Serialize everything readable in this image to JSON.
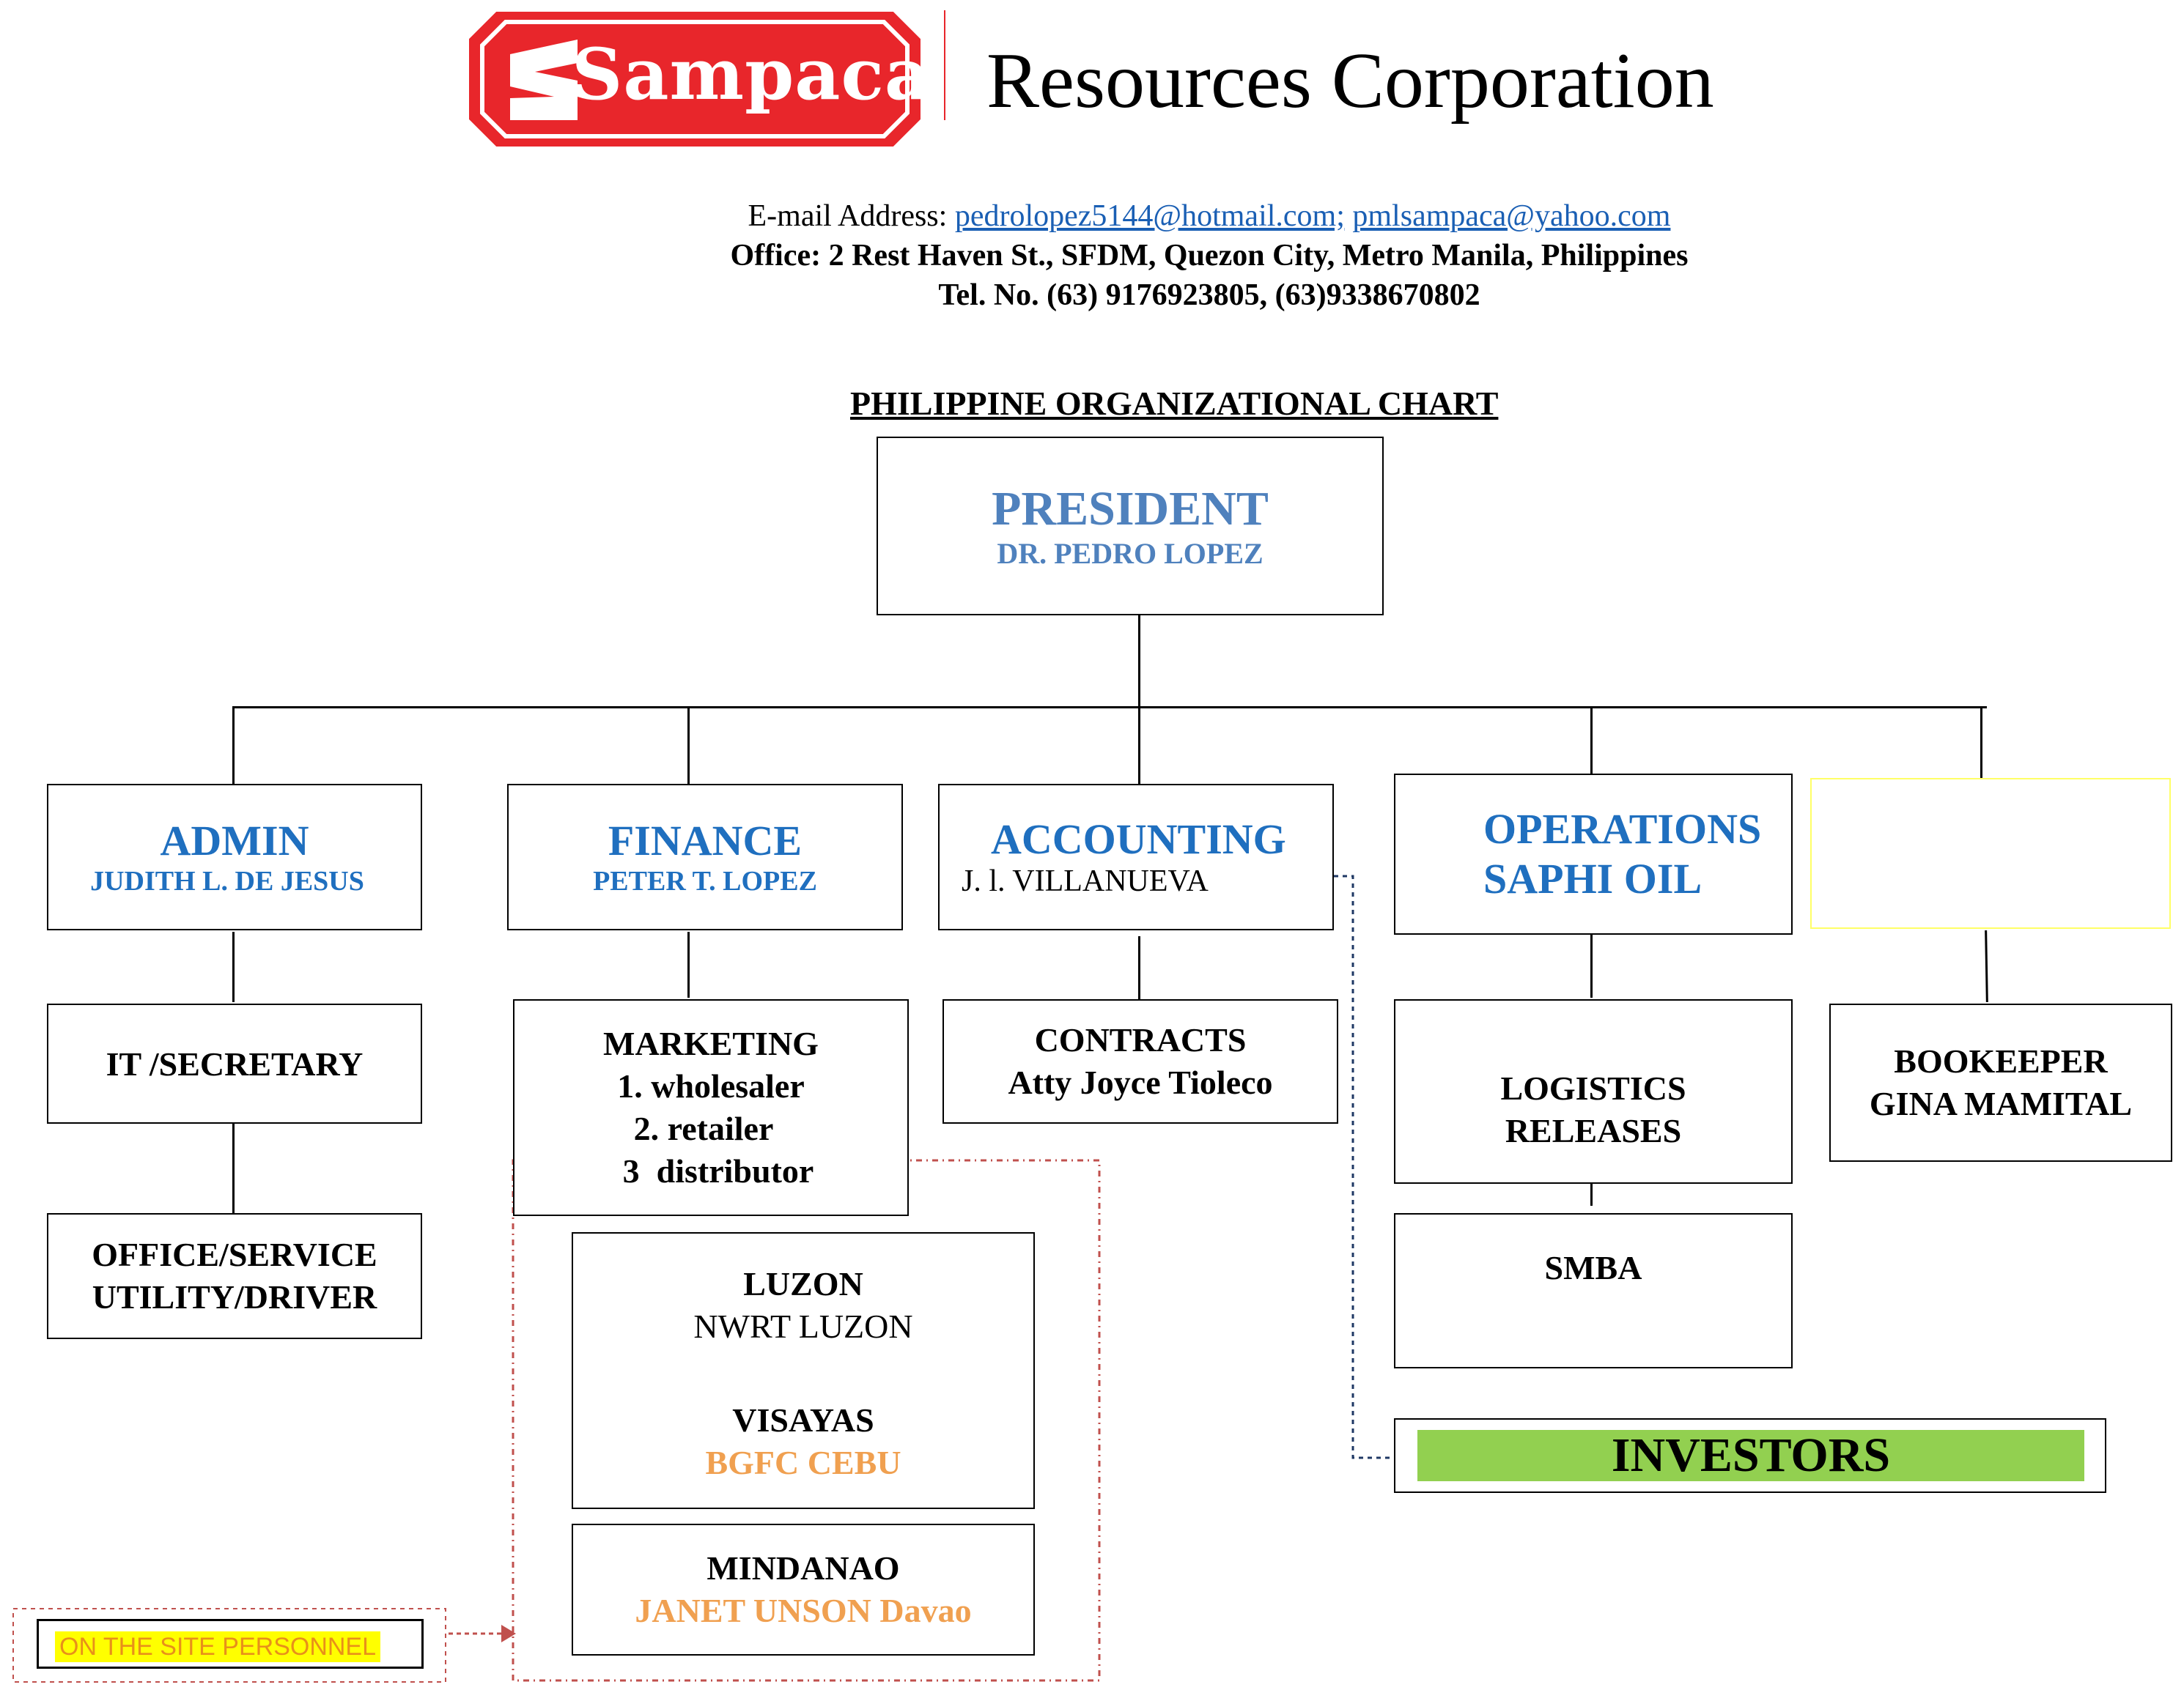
{
  "header": {
    "logo_text": "Sampaca",
    "company_suffix": "Resources Corporation",
    "email_label": "E-mail Address: ",
    "email_1": "pedrolopez5144@hotmail.com;",
    "email_2": "pmlsampaca@yahoo.com",
    "office": "Office: 2 Rest Haven St., SFDM, Quezon City, Metro Manila, Philippines",
    "tel": "Tel. No. (63) 9176923805, (63)9338670802"
  },
  "chart_title": "PHILIPPINE ORGANIZATIONAL CHART",
  "president": {
    "title": "PRESIDENT",
    "name": "DR. PEDRO LOPEZ"
  },
  "departments": {
    "admin": {
      "title": "ADMIN",
      "name": "JUDITH L. DE JESUS"
    },
    "finance": {
      "title": "FINANCE",
      "name": "PETER T. LOPEZ"
    },
    "accounting": {
      "title": "ACCOUNTING",
      "name": "J. l. VILLANUEVA"
    },
    "operations": {
      "title_1": "OPERATIONS",
      "title_2": "SAPHI OIL"
    }
  },
  "sub_units": {
    "it_secretary": "IT /SECRETARY",
    "office_service_1": "OFFICE/SERVICE",
    "office_service_2": "UTILITY/DRIVER",
    "marketing": {
      "title": "MARKETING",
      "items": [
        "1. wholesaler",
        "2. retailer",
        "3  distributor"
      ]
    },
    "contracts": {
      "title": "CONTRACTS",
      "name": "Atty Joyce Tioleco"
    },
    "logistics_1": "LOGISTICS",
    "logistics_2": "RELEASES",
    "smba": "SMBA",
    "bookkeeper": {
      "title": "BOOKEEPER",
      "name": "GINA MAMITAL"
    }
  },
  "regions": {
    "luzon": {
      "title": "LUZON",
      "name": "NWRT LUZON"
    },
    "visayas": {
      "title": "VISAYAS",
      "name": "BGFC CEBU"
    },
    "mindanao": {
      "title": "MINDANAO",
      "name": "JANET UNSON Davao"
    }
  },
  "investors": "INVESTORS",
  "on_site": "ON THE SITE PERSONNEL",
  "colors": {
    "logo_red": "#e8262b",
    "title_blue": "#1f6fbf",
    "orange": "#f0a050",
    "investors_green": "#92d050",
    "highlight_yellow": "#ffff00",
    "dotted_red": "#c0504d",
    "dotted_navy": "#1f3864"
  }
}
